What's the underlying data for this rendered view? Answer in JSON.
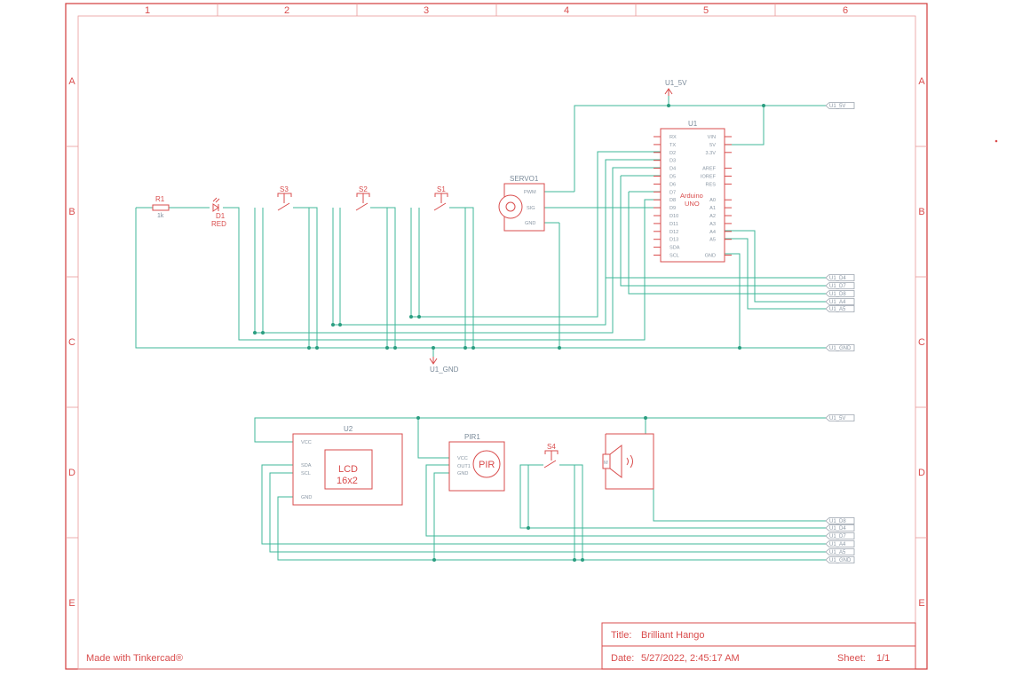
{
  "border": {
    "columns": [
      "1",
      "2",
      "3",
      "4",
      "5",
      "6"
    ],
    "rows": [
      "A",
      "B",
      "C",
      "D",
      "E"
    ]
  },
  "footer": {
    "made_with": "Made with Tinkercad®",
    "title_label": "Title:",
    "title_value": "Brilliant Hango",
    "date_label": "Date:",
    "date_value": "5/27/2022, 2:45:17 AM",
    "sheet_label": "Sheet:",
    "sheet_value": "1/1"
  },
  "power": {
    "vcc_label": "U1_5V",
    "gnd_label": "U1_GND"
  },
  "components": {
    "r1": {
      "ref": "R1",
      "value": "1k"
    },
    "d1": {
      "ref": "D1",
      "value": "RED"
    },
    "s1": {
      "ref": "S1"
    },
    "s2": {
      "ref": "S2"
    },
    "s3": {
      "ref": "S3"
    },
    "s4": {
      "ref": "S4"
    },
    "servo": {
      "ref": "SERVO1",
      "pins": [
        "PWM",
        "SIG",
        "GND"
      ]
    },
    "u1": {
      "ref": "U1",
      "name1": "Arduino",
      "name2": "UNO",
      "left_pins": [
        "RX",
        "TX",
        "D2",
        "D3",
        "D4",
        "D5",
        "D6",
        "D7",
        "D8",
        "D9",
        "D10",
        "D11",
        "D12",
        "D13",
        "SDA",
        "SCL"
      ],
      "right_pins": [
        "VIN",
        "5V",
        "3.3V",
        "",
        "AREF",
        "IOREF",
        "RES",
        "",
        "A0",
        "A1",
        "A2",
        "A3",
        "A4",
        "A5",
        "",
        "GND"
      ]
    },
    "u2": {
      "ref": "U2",
      "text1": "LCD",
      "text2": "16x2",
      "pins": [
        "VCC",
        "SDA",
        "SCL",
        "GND"
      ]
    },
    "pir": {
      "ref": "PIR1",
      "text": "PIR",
      "pins": [
        "VCC",
        "OUT1",
        "GND"
      ]
    },
    "speaker_mark": "M"
  },
  "net_tags_top": [
    "U1_5V",
    "U1_D4",
    "U1_D7",
    "U1_D8",
    "U1_A4",
    "U1_A5",
    "U1_GND"
  ],
  "net_tags_bottom": [
    "U1_5V",
    "U1_D8",
    "U1_D4",
    "U1_D7",
    "U1_A4",
    "U1_A5",
    "U1_GND"
  ]
}
